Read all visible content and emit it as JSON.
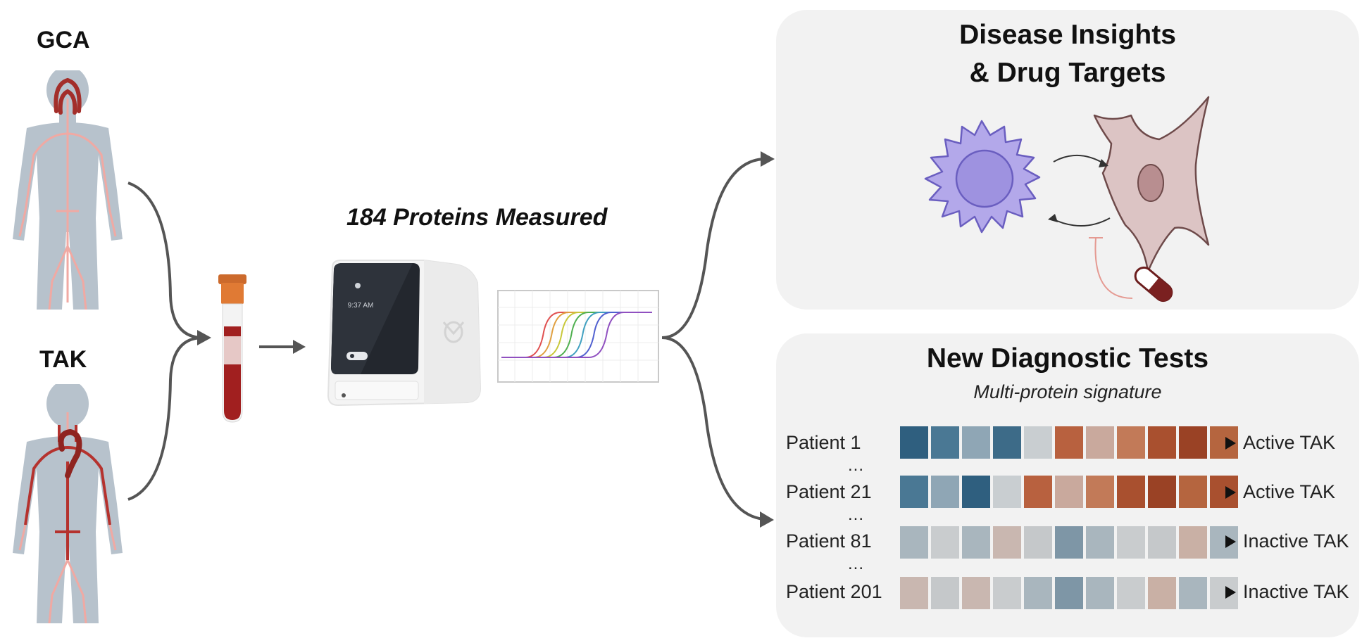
{
  "gca_label": "GCA",
  "tak_label": "TAK",
  "instrument_title": "184 Proteins Measured",
  "device_screen_time": "9:37 AM",
  "insights": {
    "title_line1": "Disease Insights",
    "title_line2": "& Drug Targets"
  },
  "diagnostics": {
    "title": "New Diagnostic Tests",
    "subtitle": "Multi-protein signature",
    "ellipsis": "...",
    "rows": [
      {
        "patient": "Patient 1",
        "result": "Active TAK",
        "colors": [
          "#2f5f7f",
          "#4a7894",
          "#8fa6b5",
          "#3d6b88",
          "#c9ced1",
          "#b8613f",
          "#c9a99d",
          "#c27a58",
          "#a9502f",
          "#9a4225",
          "#b5653f"
        ]
      },
      {
        "patient": "Patient 21",
        "result": "Active TAK",
        "colors": [
          "#4a7894",
          "#8fa6b5",
          "#2f5f7f",
          "#c9ced1",
          "#b8613f",
          "#c9a99d",
          "#c27a58",
          "#a9502f",
          "#9a4225",
          "#b5653f",
          "#a9502f"
        ]
      },
      {
        "patient": "Patient 81",
        "result": "Inactive TAK",
        "colors": [
          "#a9b6be",
          "#c9ccce",
          "#a9b6be",
          "#c9b7b0",
          "#c5c8ca",
          "#7e96a6",
          "#a9b6be",
          "#c9ccce",
          "#c5c8ca",
          "#c9b0a5",
          "#a9b6be"
        ]
      },
      {
        "patient": "Patient 201",
        "result": "Inactive TAK",
        "colors": [
          "#c9b7b0",
          "#c5c8ca",
          "#c9b7b0",
          "#c9ccce",
          "#a9b6be",
          "#7e96a6",
          "#a9b6be",
          "#c9ccce",
          "#c9b0a5",
          "#a9b6be",
          "#c9ccce"
        ]
      }
    ]
  },
  "colors": {
    "body_fill": "#b7c2cc",
    "artery_gca": "#f0a9a3",
    "artery_tak": "#c23a36",
    "arrow": "#555555",
    "panel_bg": "#f2f2f2"
  }
}
